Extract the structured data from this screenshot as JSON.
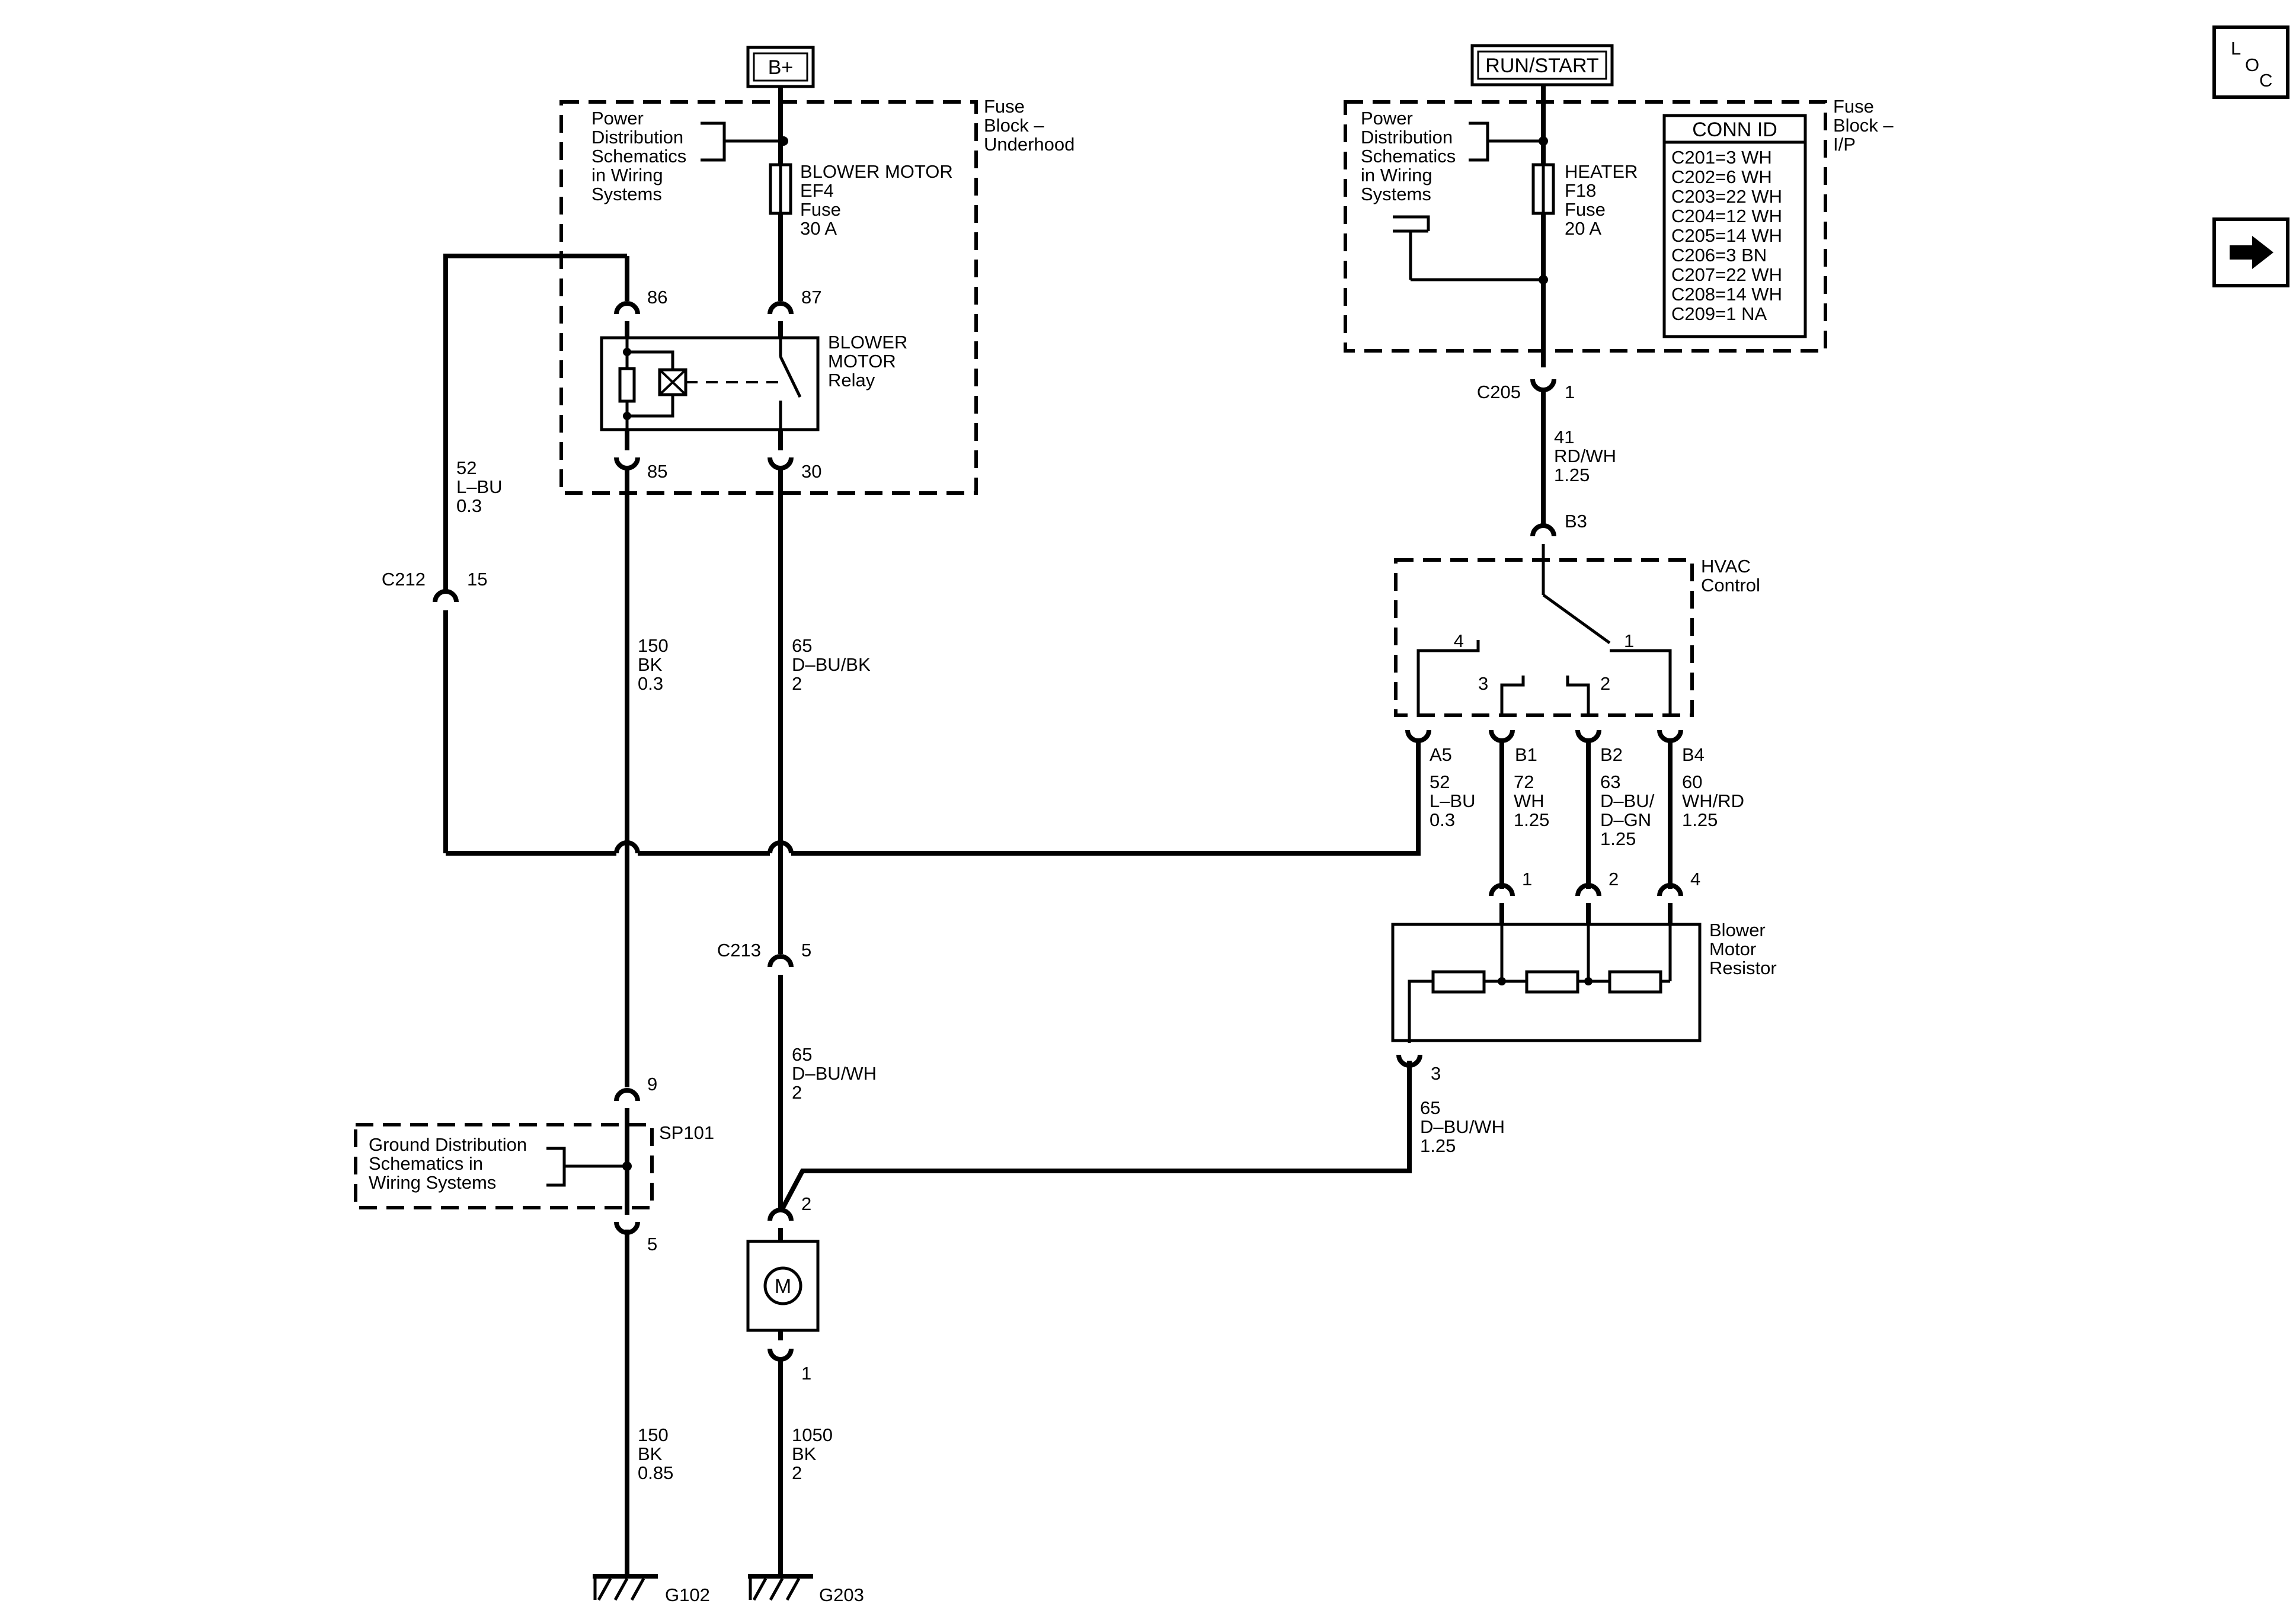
{
  "sources": {
    "bplus": "B+",
    "runstart": "RUN/START"
  },
  "fuse_block_underhood": {
    "label": [
      "Fuse",
      "Block –",
      "Underhood"
    ],
    "pd_note": [
      "Power",
      "Distribution",
      "Schematics",
      "in Wiring",
      "Systems"
    ],
    "fuse": [
      "BLOWER MOTOR",
      "EF4",
      "Fuse",
      "30 A"
    ]
  },
  "fuse_block_ip": {
    "label": [
      "Fuse",
      "Block –",
      "I/P"
    ],
    "pd_note": [
      "Power",
      "Distribution",
      "Schematics",
      "in Wiring",
      "Systems"
    ],
    "fuse": [
      "HEATER",
      "F18",
      "Fuse",
      "20 A"
    ]
  },
  "conn_table": {
    "title": "CONN ID",
    "rows": [
      "C201=3 WH",
      "C202=6 WH",
      "C203=22 WH",
      "C204=12 WH",
      "C205=14 WH",
      "C206=3 BN",
      "C207=22 WH",
      "C208=14 WH",
      "C209=1 NA"
    ]
  },
  "relay": {
    "label": [
      "BLOWER",
      "MOTOR",
      "Relay"
    ],
    "pins": {
      "p86": "86",
      "p87": "87",
      "p85": "85",
      "p30": "30"
    }
  },
  "hvac": {
    "label": [
      "HVAC",
      "Control"
    ],
    "sw": {
      "s1": "1",
      "s2": "2",
      "s3": "3",
      "s4": "4"
    }
  },
  "resistor": {
    "label": [
      "Blower",
      "Motor",
      "Resistor"
    ]
  },
  "motor": {
    "symbol": "M"
  },
  "connectors": {
    "c212": "C212",
    "c212_pin": "15",
    "c205": "C205",
    "c205_pin": "1",
    "b3": "B3",
    "a5": "A5",
    "b1": "B1",
    "b2": "B2",
    "b4": "B4",
    "r1": "1",
    "r2": "2",
    "r4": "4",
    "r3": "3",
    "c213": "C213",
    "c213_pin": "5",
    "m2": "2",
    "m1": "1",
    "sp9": "9",
    "sp5": "5",
    "sp101": "SP101"
  },
  "wires": {
    "w52_left": [
      "52",
      "L–BU",
      "0.3"
    ],
    "w150_upper": [
      "150",
      "BK",
      "0.3"
    ],
    "w65_upper": [
      "65",
      "D–BU/BK",
      "2"
    ],
    "w41": [
      "41",
      "RD/WH",
      "1.25"
    ],
    "w52_right": [
      "52",
      "L–BU",
      "0.3"
    ],
    "w72": [
      "72",
      "WH",
      "1.25"
    ],
    "w63": [
      "63",
      "D–BU/",
      "D–GN",
      "1.25"
    ],
    "w60": [
      "60",
      "WH/RD",
      "1.25"
    ],
    "w65_mid": [
      "65",
      "D–BU/WH",
      "2"
    ],
    "w65_res": [
      "65",
      "D–BU/WH",
      "1.25"
    ],
    "w150_lower": [
      "150",
      "BK",
      "0.85"
    ],
    "w1050": [
      "1050",
      "BK",
      "2"
    ]
  },
  "ground_note": [
    "Ground Distribution",
    "Schematics in",
    "Wiring Systems"
  ],
  "grounds": {
    "g102": "G102",
    "g203": "G203"
  },
  "nav": {
    "loc_l": "L",
    "loc_o": "O",
    "loc_c": "C",
    "next_icon": "arrow-right-icon"
  }
}
